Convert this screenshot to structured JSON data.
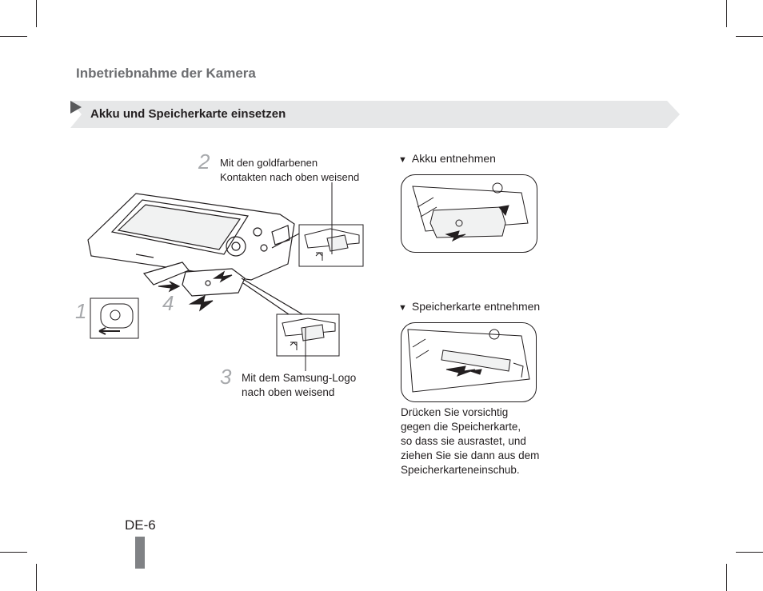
{
  "header": {
    "section_title": "Inbetriebnahme der Kamera"
  },
  "banner": {
    "title": "Akku und Speicherkarte einsetzen"
  },
  "steps": {
    "step1_number": "1",
    "step2_number": "2",
    "step2_caption": [
      "Mit den goldfarbenen",
      "Kontakten nach oben weisend"
    ],
    "step3_number": "3",
    "step3_caption": [
      "Mit dem Samsung-Logo",
      "nach oben weisend"
    ],
    "step4_number": "4"
  },
  "remove_battery": {
    "heading": "Akku entnehmen"
  },
  "remove_card": {
    "heading": "Speicherkarte entnehmen",
    "note": [
      "Drücken Sie vorsichtig",
      "gegen die Speicherkarte,",
      "so dass sie ausrastet, und",
      "ziehen Sie sie dann aus dem",
      "Speicherkarteneinschub."
    ]
  },
  "footer": {
    "page_number": "DE-6"
  },
  "colors": {
    "banner_bg": "#e6e7e8",
    "heading_gray": "#6d6e71",
    "text": "#231f20",
    "page_bar": "#808285"
  }
}
